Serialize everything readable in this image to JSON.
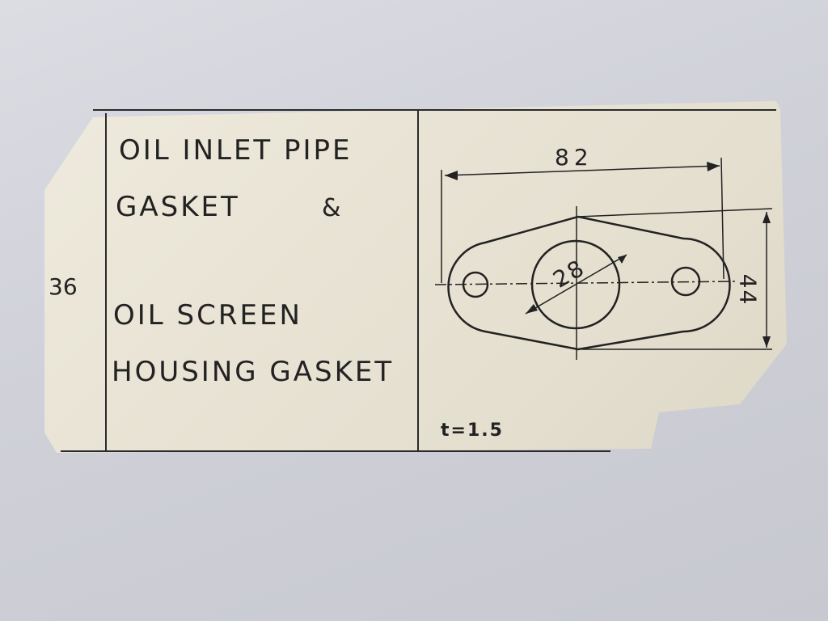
{
  "label": {
    "item_number": "36",
    "title_lines": [
      "OIL INLET PIPE",
      "GASKET",
      "&",
      "OIL SCREEN",
      "HOUSING GASKET"
    ],
    "thickness": "t=1.5"
  },
  "drawing": {
    "dimension_width": "82",
    "dimension_height": "44",
    "dimension_hole_diameter": "28"
  },
  "colors": {
    "paper": "#e8e3d4",
    "ink": "#222222",
    "background": "#cfd0d8"
  }
}
